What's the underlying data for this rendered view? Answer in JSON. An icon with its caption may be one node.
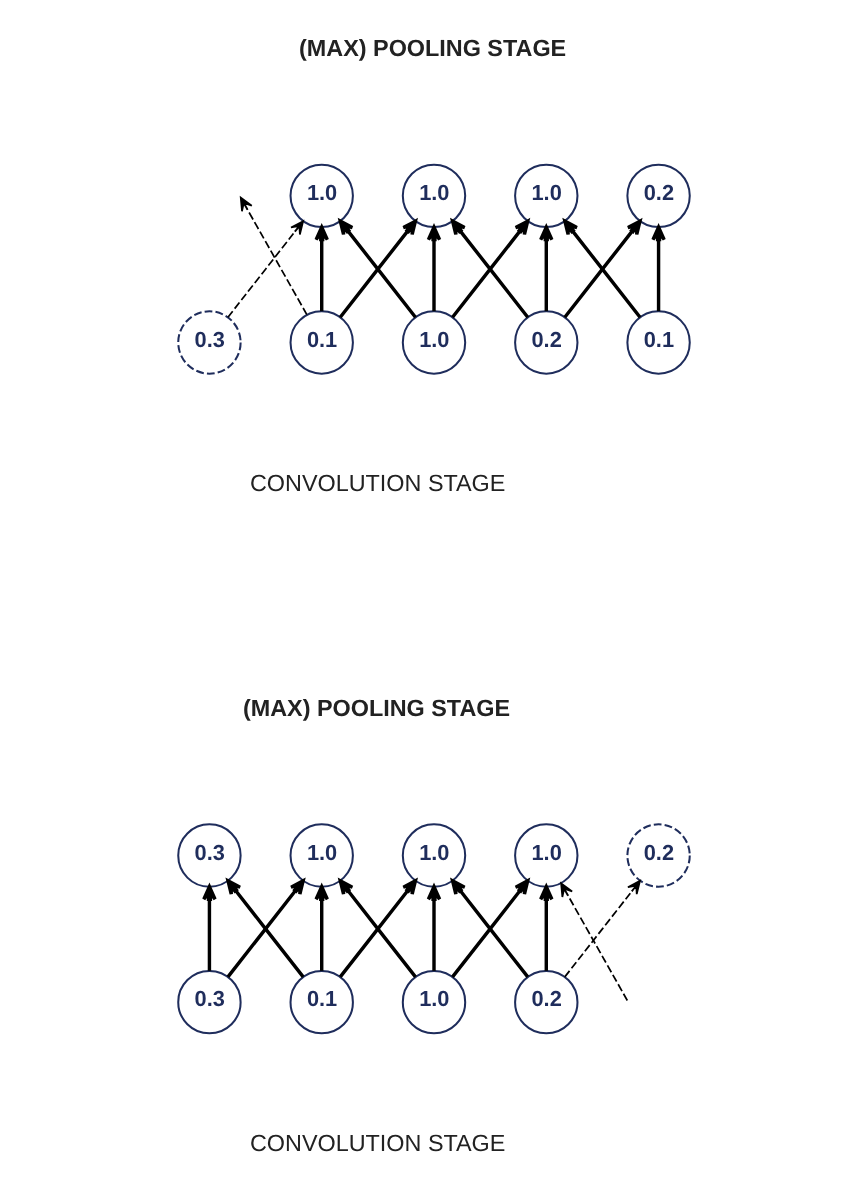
{
  "diagram": {
    "nodes": [
      {
        "text": [
          "1.0"
        ]
      },
      {
        "text": [
          "1.0"
        ]
      },
      {
        "text": [
          "1.0"
        ]
      },
      {
        "text": [
          "0.2"
        ]
      },
      {
        "text": [
          "0.3"
        ]
      },
      {
        "text": [
          "0.1"
        ]
      },
      {
        "text": [
          "1.0"
        ]
      },
      {
        "text": [
          "0.2"
        ]
      },
      {
        "text": [
          "0.1"
        ]
      },
      {
        "text": [
          "0.3"
        ]
      },
      {
        "text": [
          "1.0"
        ]
      },
      {
        "text": [
          "1.0"
        ]
      },
      {
        "text": [
          "1.0"
        ]
      },
      {
        "text": [
          "0.2"
        ]
      },
      {
        "text": [
          "0.3"
        ]
      },
      {
        "text": [
          "0.1"
        ]
      },
      {
        "text": [
          "1.0"
        ]
      },
      {
        "text": [
          "0.2"
        ]
      }
    ],
    "edges": [
      {
        "from": 4,
        "to": 0,
        "arrow": "to",
        "style": "dashed"
      },
      {
        "from": 5,
        "to": null,
        "arrow": "to",
        "style": "dashed"
      },
      {
        "from": 5,
        "to": 0,
        "arrow": "to"
      },
      {
        "from": 5,
        "to": 1,
        "arrow": "to"
      },
      {
        "from": 6,
        "to": 0,
        "arrow": "to"
      },
      {
        "from": 6,
        "to": 1,
        "arrow": "to"
      },
      {
        "from": 6,
        "to": 2,
        "arrow": "to"
      },
      {
        "from": 7,
        "to": 1,
        "arrow": "to"
      },
      {
        "from": 7,
        "to": 2,
        "arrow": "to"
      },
      {
        "from": 7,
        "to": 3,
        "arrow": "to"
      },
      {
        "from": 8,
        "to": 2,
        "arrow": "to"
      },
      {
        "from": 8,
        "to": 3,
        "arrow": "to"
      },
      {
        "from": 14,
        "to": 9,
        "arrow": "to"
      },
      {
        "from": 14,
        "to": 10,
        "arrow": "to"
      },
      {
        "from": 15,
        "to": 9,
        "arrow": "to"
      },
      {
        "from": 15,
        "to": 10,
        "arrow": "to"
      },
      {
        "from": 15,
        "to": 11,
        "arrow": "to"
      },
      {
        "from": 16,
        "to": 10,
        "arrow": "to"
      },
      {
        "from": 16,
        "to": 11,
        "arrow": "to"
      },
      {
        "from": 16,
        "to": 12,
        "arrow": "to"
      },
      {
        "from": 17,
        "to": 11,
        "arrow": "to"
      },
      {
        "from": 17,
        "to": 12,
        "arrow": "to"
      },
      {
        "from": 17,
        "to": 13,
        "arrow": "to",
        "style": "dashed"
      },
      {
        "from": null,
        "to": 12,
        "arrow": "to",
        "style": "dashed"
      }
    ],
    "labels": [
      "(MAX) POOLING STAGE",
      "CONVOLUTION STAGE",
      "(MAX) POOLING STAGE",
      "CONVOLUTION STAGE"
    ]
  }
}
